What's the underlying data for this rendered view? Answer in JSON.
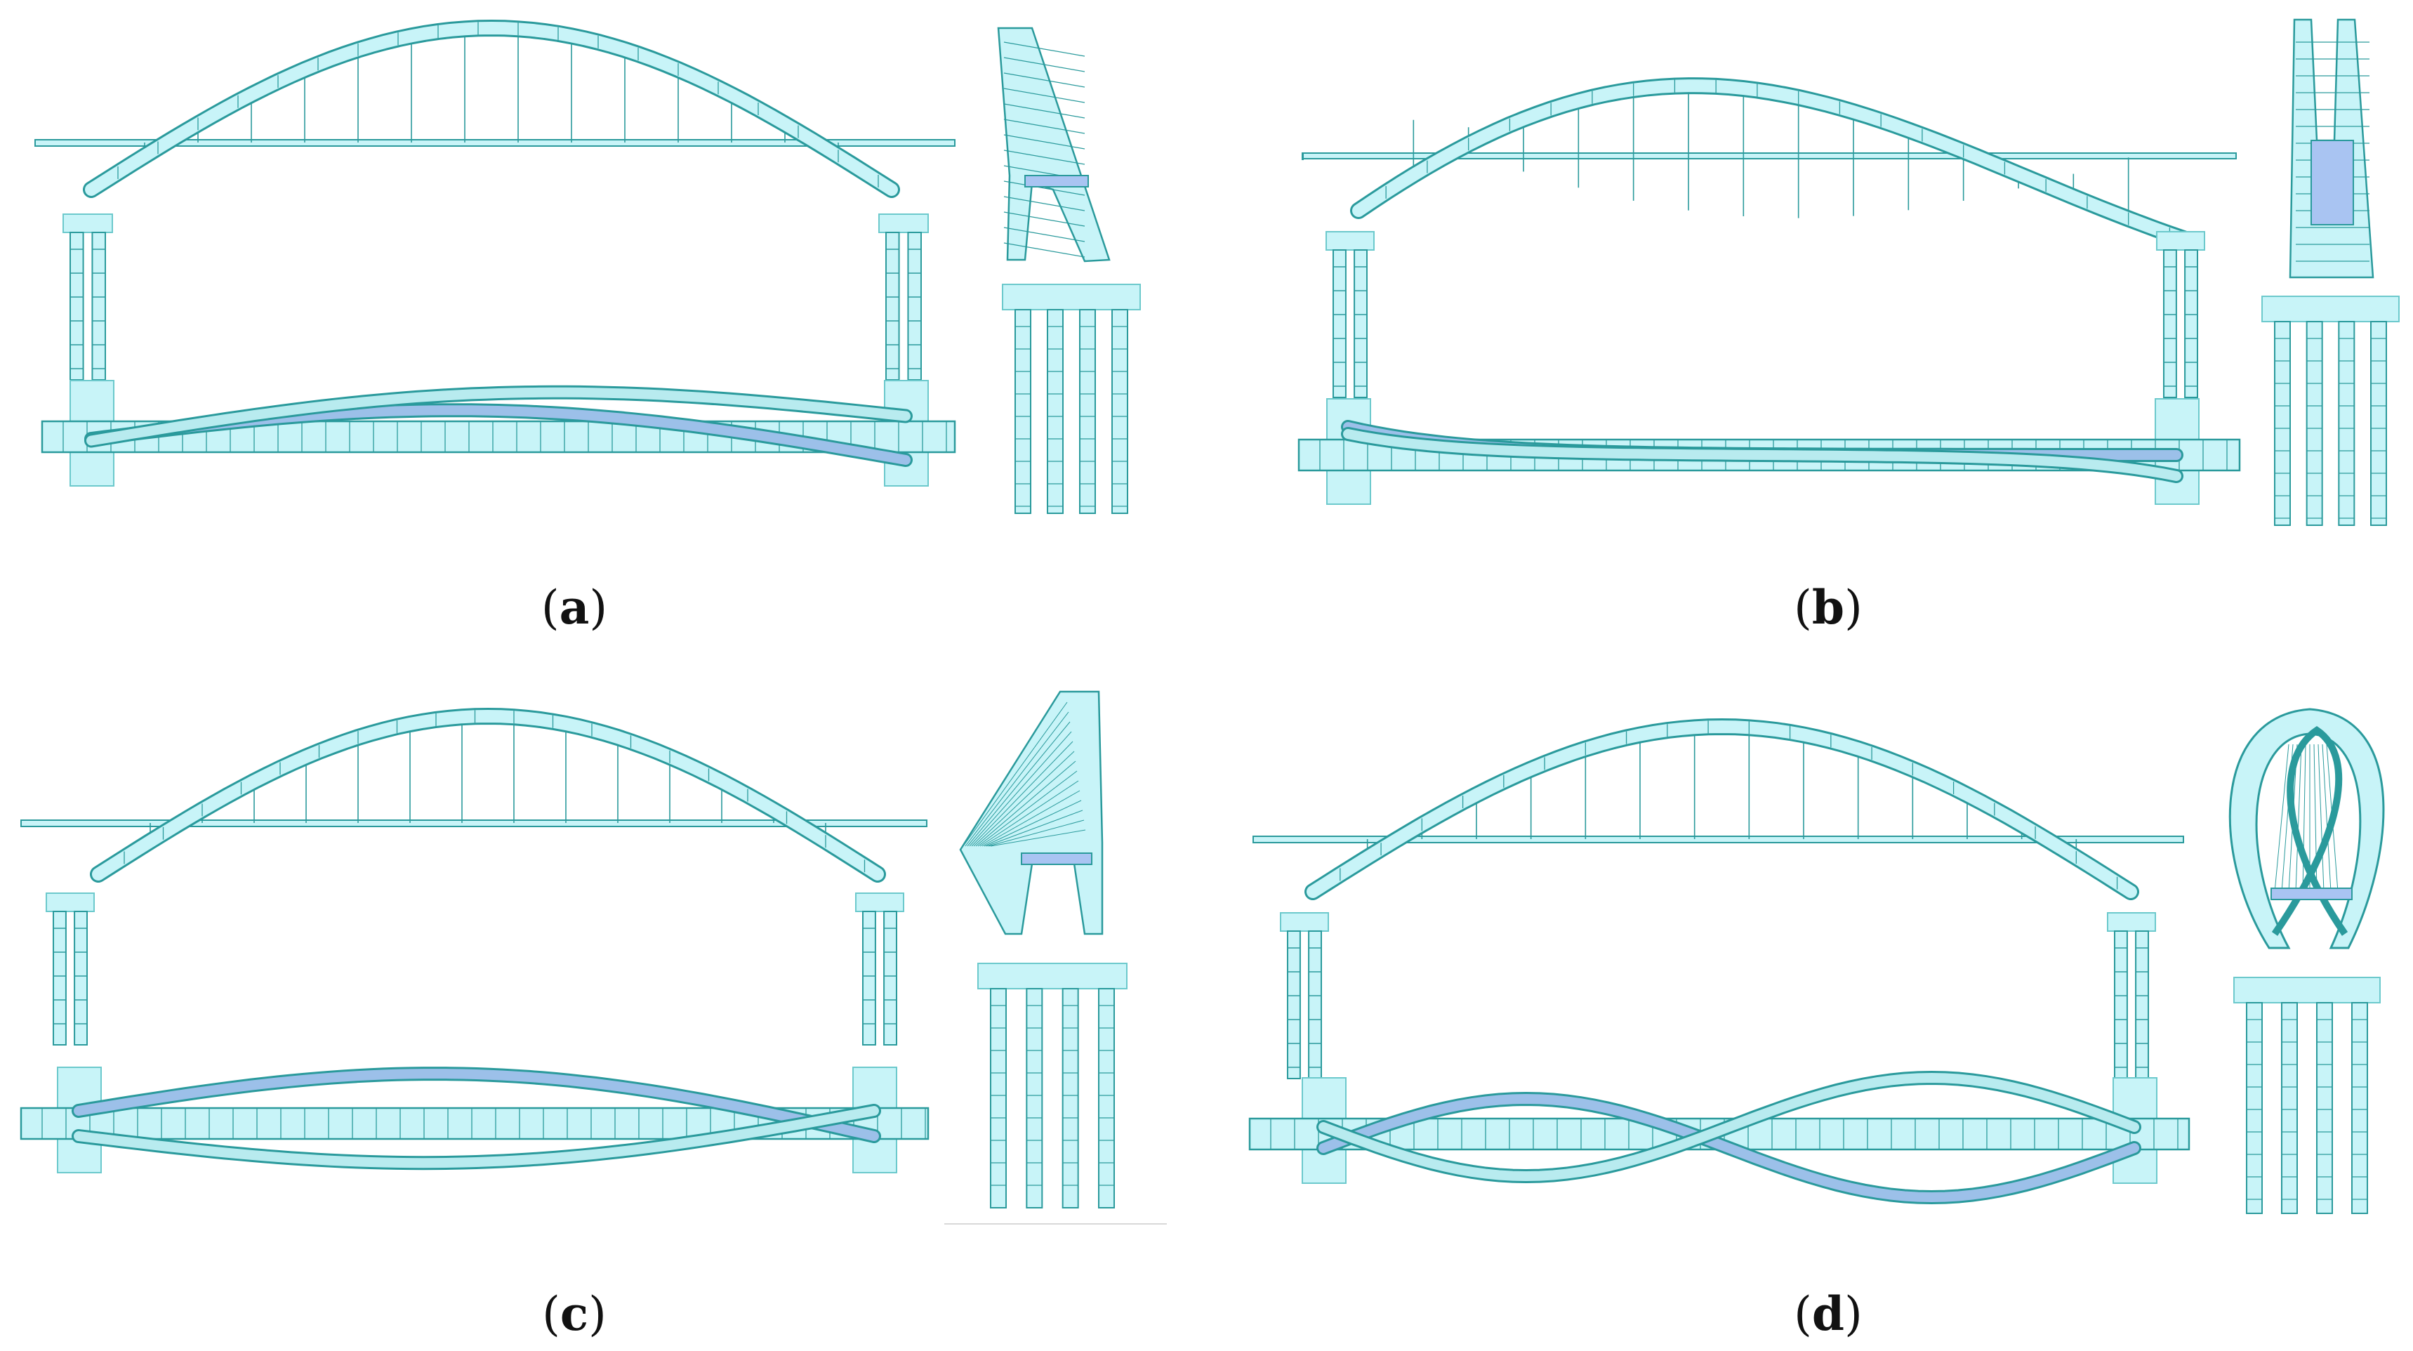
{
  "figure": {
    "panels": [
      {
        "id": "a",
        "label_open": "(",
        "label_letter": "a",
        "label_close": ")",
        "arch_shape": "symmetric"
      },
      {
        "id": "b",
        "label_open": "(",
        "label_letter": "b",
        "label_close": ")",
        "arch_shape": "asymmetric-wave"
      },
      {
        "id": "c",
        "label_open": "(",
        "label_letter": "c",
        "label_close": ")",
        "arch_shape": "symmetric"
      },
      {
        "id": "d",
        "label_open": "(",
        "label_letter": "d",
        "label_close": ")",
        "arch_shape": "symmetric-inclined"
      }
    ],
    "colors": {
      "fill": "#c8f4f8",
      "fill_dark": "#a9c4f2",
      "stroke": "#2a9a9c",
      "stroke_light": "#6cc9cc"
    }
  }
}
